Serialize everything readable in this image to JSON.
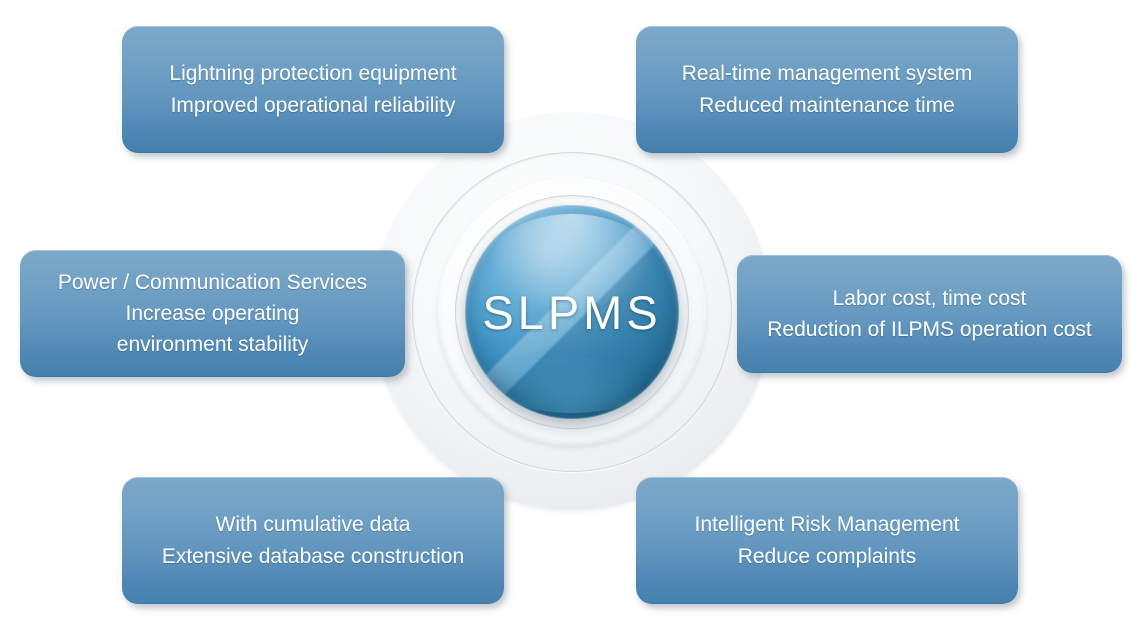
{
  "diagram": {
    "title": "SLPMS benefits hub-and-spoke diagram",
    "center": {
      "label": "SLPMS",
      "shape": "glossy-sphere",
      "colors": {
        "sphere_light": "#96c6e2",
        "sphere_mid": "#3f92c4",
        "sphere_dark": "#1a6285",
        "ring": "#eceff1",
        "label_color": "#ffffff"
      }
    },
    "box_colors": {
      "gradient_top": "#7ca9c9",
      "gradient_bottom": "#4581ae",
      "text": "#ffffff"
    },
    "boxes": [
      {
        "position": "top-left",
        "lines": [
          "Lightning protection equipment",
          "Improved operational reliability"
        ]
      },
      {
        "position": "top-right",
        "lines": [
          "Real-time management system",
          "Reduced maintenance time"
        ]
      },
      {
        "position": "middle-left",
        "lines": [
          "Power / Communication Services",
          "Increase operating",
          "environment stability"
        ]
      },
      {
        "position": "middle-right",
        "lines": [
          "Labor cost, time cost",
          "Reduction of ILPMS operation cost"
        ]
      },
      {
        "position": "bottom-left",
        "lines": [
          "With cumulative data",
          "Extensive database construction"
        ]
      },
      {
        "position": "bottom-right",
        "lines": [
          "Intelligent Risk Management",
          "Reduce complaints"
        ]
      }
    ]
  }
}
